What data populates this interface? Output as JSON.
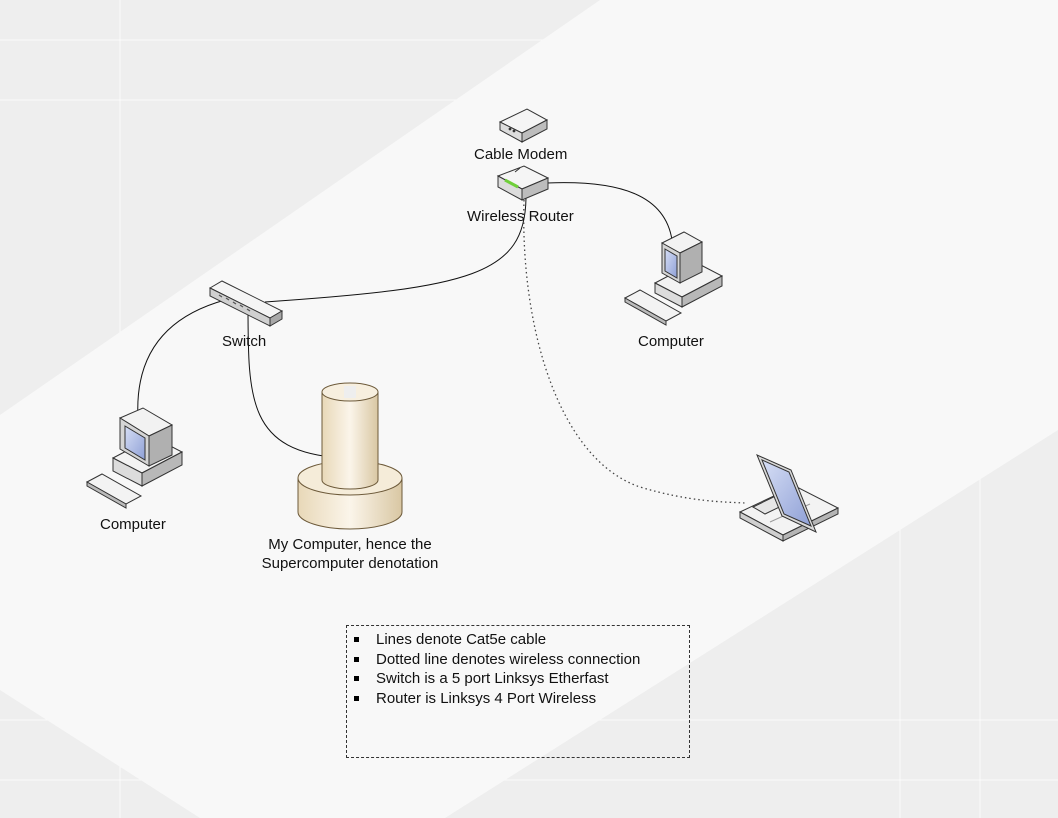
{
  "nodes": {
    "cable_modem": {
      "label": "Cable Modem"
    },
    "wireless_router": {
      "label": "Wireless Router"
    },
    "switch": {
      "label": "Switch"
    },
    "computer_right": {
      "label": "Computer"
    },
    "computer_left": {
      "label": "Computer"
    },
    "supercomputer": {
      "label_line1": "My Computer, hence the",
      "label_line2": "Supercomputer denotation"
    },
    "laptop": {
      "label": ""
    }
  },
  "legend": {
    "items": [
      "Lines denote Cat5e cable",
      "Dotted line denotes wireless connection",
      "Switch is a 5 port Linksys Etherfast",
      "Router is Linksys 4 Port Wireless"
    ]
  },
  "colors": {
    "background": "#eeeeee",
    "diamond": "#f8f8f8",
    "device_fill": "#f0f0f0",
    "device_outline": "#333333",
    "screen": "#b8c4e8",
    "router_led": "#6fcf3a",
    "supercomputer": "#f1e6d0"
  }
}
